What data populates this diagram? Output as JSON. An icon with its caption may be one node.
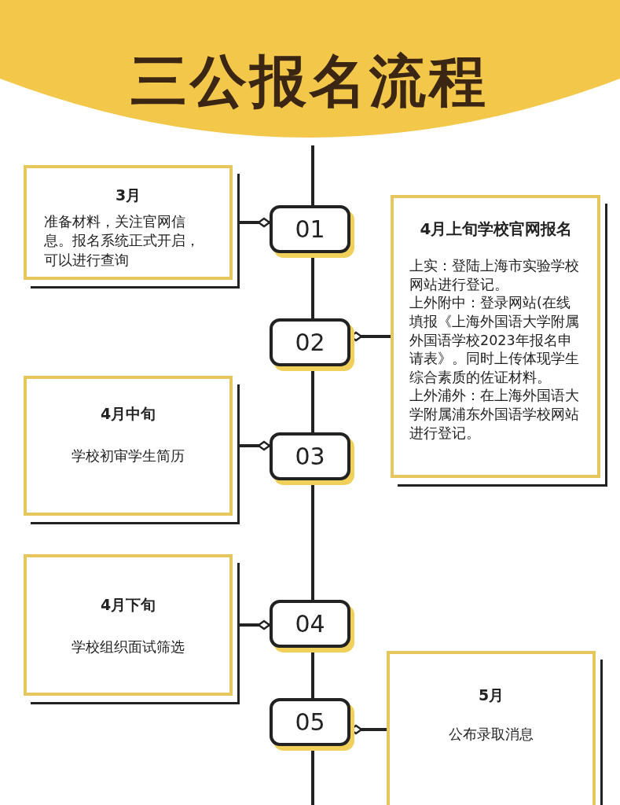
{
  "diagram": {
    "title": "三公报名流程",
    "nodes": [
      {
        "text": [
          "3月",
          "准备材料，关注官网信息。报名系统正式开启，可以进行查询"
        ]
      },
      {
        "text": [
          "01"
        ]
      },
      {
        "text": [
          "4月上旬学校官网报名",
          "上实：登陆上海市实验学校网站进行登记。",
          "上外附中：登录网站(在线填报《上海外国语大学附属外国语学校2023年报名申请表》。同时上传体现学生综合素质的佐证材料。",
          "上外浦外：在上海外国语大学附属浦东外国语学校网站进行登记。"
        ]
      },
      {
        "text": [
          "02"
        ]
      },
      {
        "text": [
          "4月中旬",
          "学校初审学生简历"
        ]
      },
      {
        "text": [
          "03"
        ]
      },
      {
        "text": [
          "4月下旬",
          "学校组织面试筛选"
        ]
      },
      {
        "text": [
          "04"
        ]
      },
      {
        "text": [
          "05"
        ]
      },
      {
        "text": [
          "5月",
          "公布录取消息"
        ]
      }
    ],
    "edges": [
      {
        "from": 0,
        "to": 1,
        "arrow": "other"
      },
      {
        "from": 2,
        "to": 3,
        "arrow": "other"
      },
      {
        "from": 4,
        "to": 5,
        "arrow": "other"
      },
      {
        "from": 6,
        "to": 7,
        "arrow": "other"
      },
      {
        "from": 9,
        "to": 8,
        "arrow": "other"
      },
      {
        "from": null,
        "to": 1,
        "arrow": "none"
      },
      {
        "from": 1,
        "to": 3,
        "arrow": "none"
      },
      {
        "from": 3,
        "to": 5,
        "arrow": "none"
      },
      {
        "from": 5,
        "to": 7,
        "arrow": "none"
      },
      {
        "from": 7,
        "to": 8,
        "arrow": "none"
      },
      {
        "from": 8,
        "to": null,
        "arrow": "none"
      }
    ]
  }
}
